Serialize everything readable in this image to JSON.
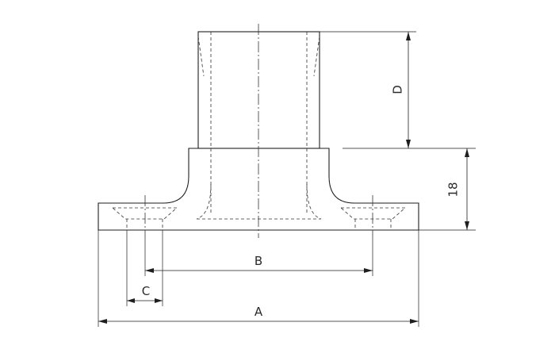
{
  "drawing": {
    "labels": {
      "a": "A",
      "b": "B",
      "c": "C",
      "d": "D",
      "height": "18"
    },
    "colors": {
      "line": "#1e1e1e",
      "background": "#ffffff"
    }
  }
}
